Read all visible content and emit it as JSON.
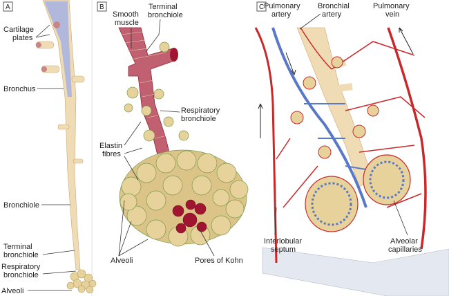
{
  "panels": {
    "a": {
      "letter": "A",
      "labels": {
        "cartilage_1": "Cartilage",
        "cartilage_2": "plates",
        "bronchus": "Bronchus",
        "bronchiole": "Bronchiole",
        "terminal_1": "Terminal",
        "terminal_2": "bronchiole",
        "respiratory_1": "Respiratory",
        "respiratory_2": "bronchiole",
        "alveoli": "Alveoli"
      }
    },
    "b": {
      "letter": "B",
      "labels": {
        "smooth_1": "Smooth",
        "smooth_2": "muscle",
        "terminal_1": "Terminal",
        "terminal_2": "bronchiole",
        "respiratory_1": "Respiratory",
        "respiratory_2": "bronchiole",
        "elastin_1": "Elastin",
        "elastin_2": "fibres",
        "alveoli": "Alveoli",
        "pores": "Pores of Kohn"
      }
    },
    "c": {
      "letter": "C",
      "labels": {
        "pulm_artery_1": "Pulmonary",
        "pulm_artery_2": "artery",
        "bronchial_1": "Bronchial",
        "bronchial_2": "artery",
        "pulm_vein_1": "Pulmonary",
        "pulm_vein_2": "vein",
        "interlobular_1": "Interlobular",
        "interlobular_2": "septum",
        "capillaries_1": "Alveolar",
        "capillaries_2": "capillaries"
      }
    }
  },
  "colors": {
    "cartilage": "#aab4e0",
    "airway": "#f0dcb4",
    "muscle": "#b0404a",
    "alveolus": "#e6d29a",
    "artery_blue": "#5a78c8",
    "vein_red": "#c8282a",
    "pore": "#a01530"
  }
}
